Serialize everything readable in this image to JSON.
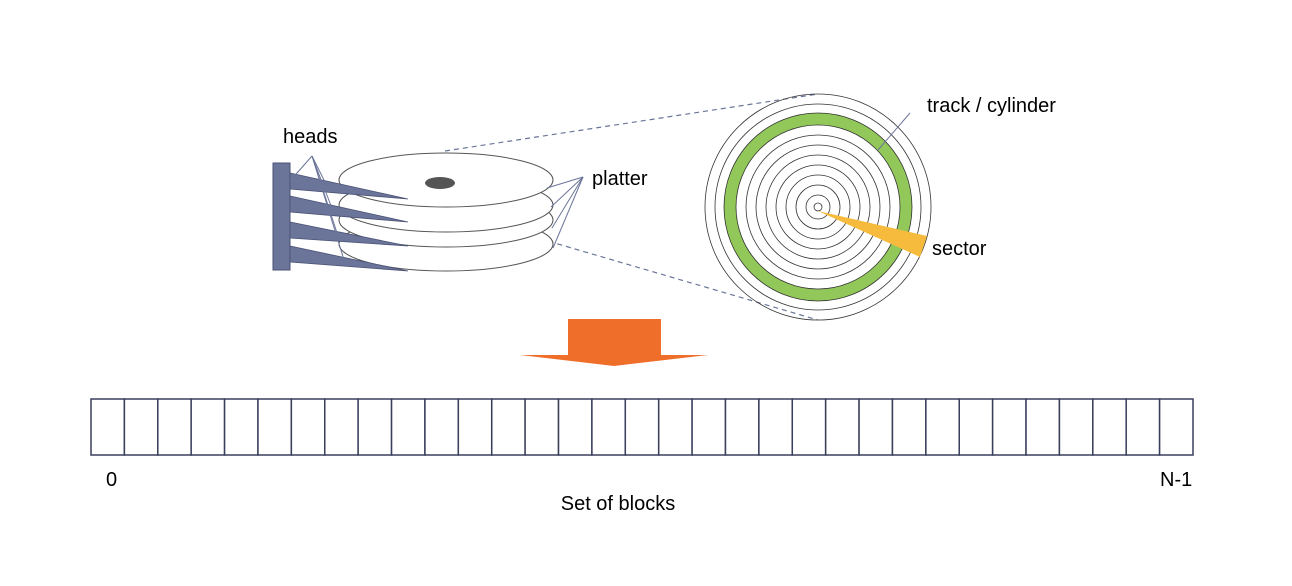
{
  "labels": {
    "heads": "heads",
    "platter": "platter",
    "track": "track / cylinder",
    "sector": "sector",
    "block_first": "0",
    "block_last": "N-1",
    "caption": "Set of blocks"
  },
  "blocks": {
    "count": 33
  },
  "colors": {
    "head": "#6b7599",
    "track_ring": "#92c85a",
    "sector": "#f6bb3c",
    "arrow": "#ef6e2a",
    "block_border": "#3a3f5c",
    "leader_line": "#6b7599"
  }
}
